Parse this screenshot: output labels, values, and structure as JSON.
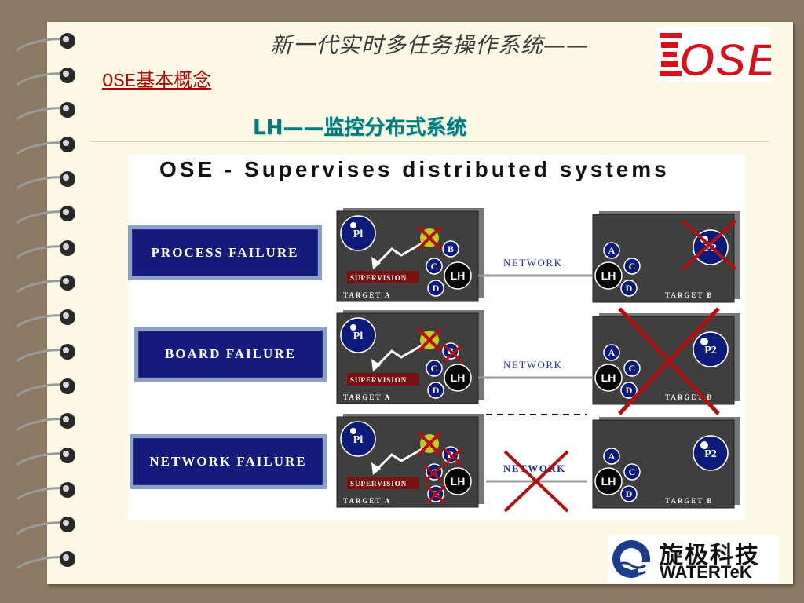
{
  "header": {
    "title": "新一代实时多任务操作系统——"
  },
  "section": {
    "label": "OSE基本概念"
  },
  "subtitle": "LH——监控分布式系统",
  "ose_logo": {
    "text": "OSE",
    "color": "#d8101a"
  },
  "diagram": {
    "title": "OSE - Supervises distributed systems",
    "scenarios": [
      {
        "failure": "PROCESS FAILURE"
      },
      {
        "failure": "BOARD FAILURE"
      },
      {
        "failure": "NETWORK FAILURE"
      }
    ],
    "labels": {
      "p1": "Pl",
      "p2": "P2",
      "lh": "LH",
      "a": "A",
      "b": "B",
      "c": "C",
      "d": "D",
      "network": "NETWORK",
      "supervision": "SUPERVISION",
      "target_a": "TARGET A",
      "target_b": "TARGET B"
    },
    "colors": {
      "board": "#3f3f3f",
      "node": "#0c1a7a",
      "cross": "#b01010",
      "banner": "#7a1010"
    }
  },
  "watertek": {
    "cn": "旋极科技",
    "en": "WATERTeK",
    "brand_color": "#1c3c8c"
  }
}
